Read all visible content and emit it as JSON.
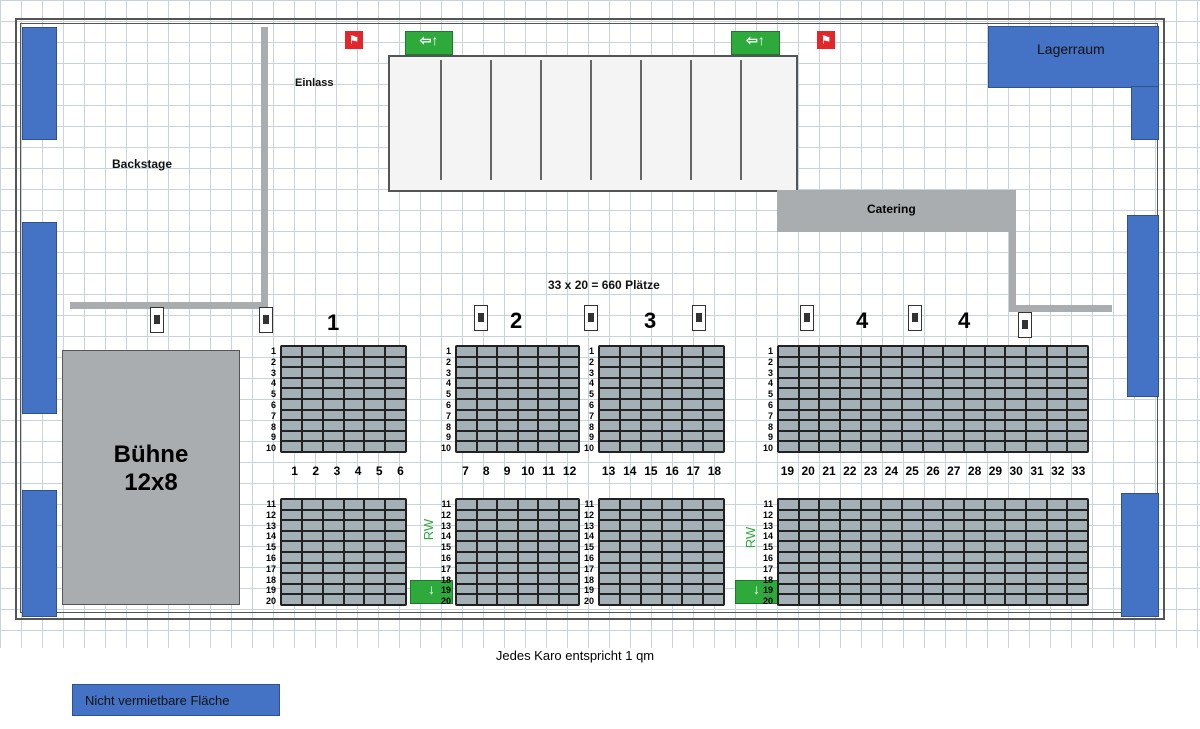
{
  "labels": {
    "backstage": "Backstage",
    "einlass": "Einlass",
    "catering": "Catering",
    "lager": "Lagerraum",
    "capacity": "33 x 20 = 660 Plätze",
    "stage": "Bühne\n12x8",
    "scale_note": "Jedes Karo entspricht 1 qm",
    "legend": "Nicht vermietbare Fläche",
    "rw": "RW"
  },
  "sections": [
    "1",
    "2",
    "3",
    "4",
    "4"
  ],
  "blocks": [
    {
      "cols": [
        "1",
        "2",
        "3",
        "4",
        "5",
        "6"
      ]
    },
    {
      "cols": [
        "7",
        "8",
        "9",
        "10",
        "11",
        "12"
      ]
    },
    {
      "cols": [
        "13",
        "14",
        "15",
        "16",
        "17",
        "18"
      ]
    },
    {
      "cols": [
        "19",
        "20",
        "21",
        "22",
        "23",
        "24",
        "25",
        "26",
        "27",
        "28",
        "29",
        "30",
        "31",
        "32",
        "33"
      ]
    }
  ],
  "rows_top": [
    "1",
    "2",
    "3",
    "4",
    "5",
    "6",
    "7",
    "8",
    "9",
    "10"
  ],
  "rows_bottom": [
    "11",
    "12",
    "13",
    "14",
    "15",
    "16",
    "17",
    "18",
    "19",
    "20"
  ],
  "colors": {
    "blue": "#4472c4",
    "seat": "#a3b0b5",
    "exit": "#2eaa3c",
    "fire": "#e3262a"
  }
}
